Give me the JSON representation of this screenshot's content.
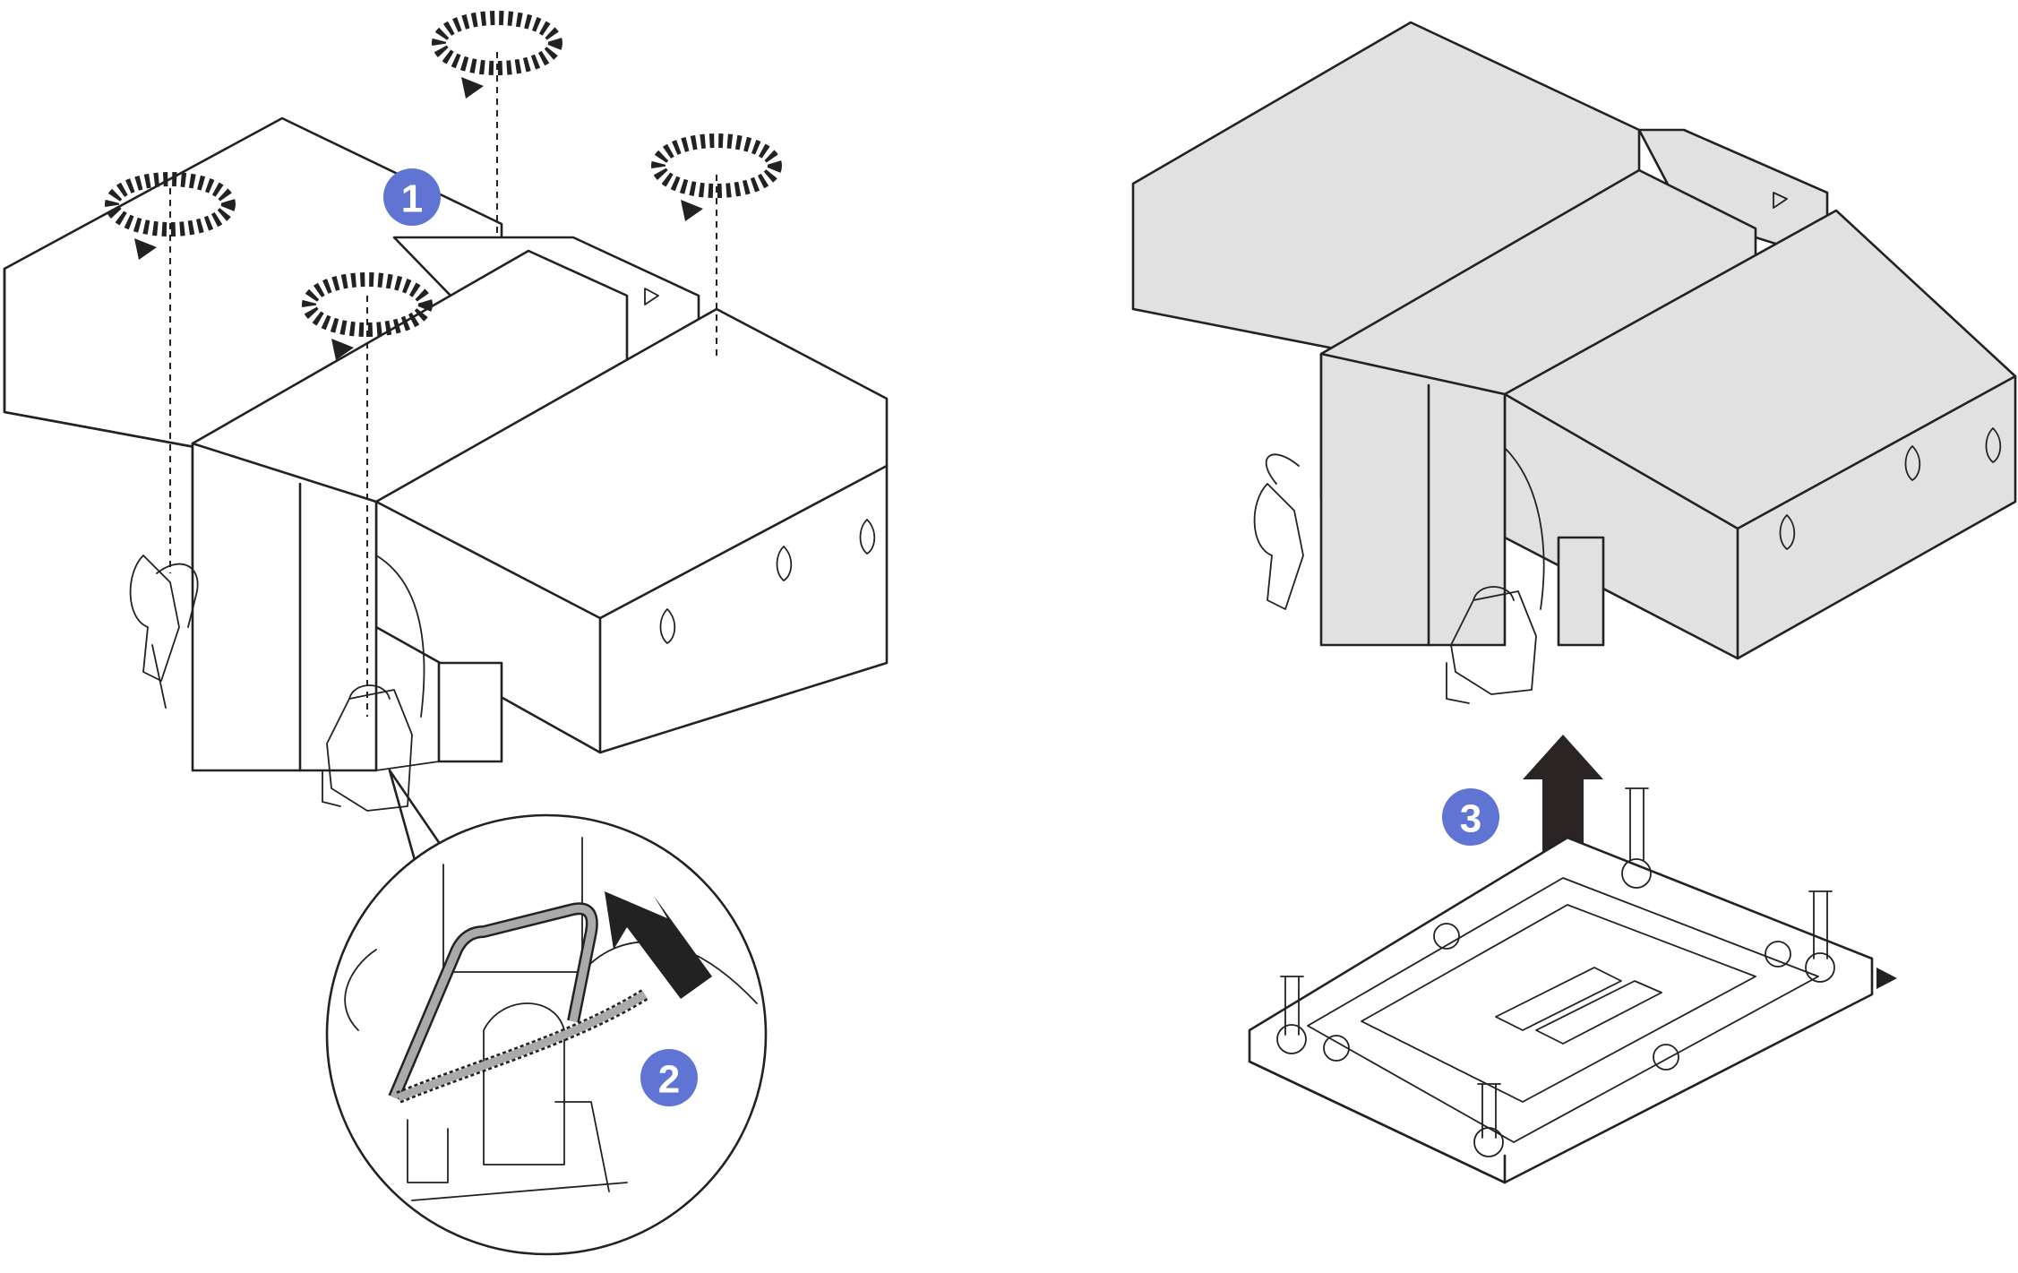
{
  "steps": [
    {
      "label": "1",
      "color": "#5f74d3"
    },
    {
      "label": "2",
      "color": "#5f74d3"
    },
    {
      "label": "3",
      "color": "#5f74d3"
    }
  ],
  "icons": {
    "rotate_arrows": "rotate-screwdriver-icon",
    "lift_arrow": "lift-up-arrow-icon",
    "push_arrow": "push-arrow-icon",
    "triangle_marker": "pin1-triangle-icon"
  },
  "colors": {
    "badge": "#5f74d3",
    "heatsink_installed": "#ffffff",
    "heatsink_removed": "#e1e1e1",
    "line": "#222222"
  }
}
